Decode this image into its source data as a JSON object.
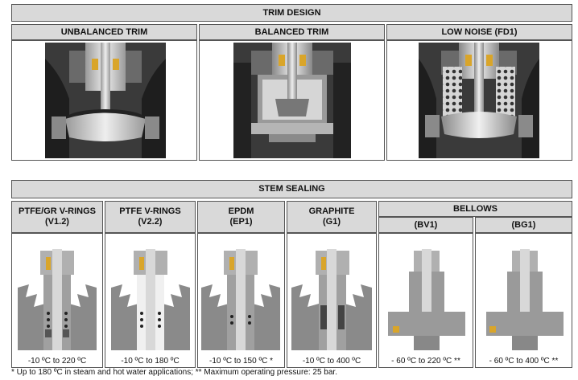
{
  "trim_design": {
    "title": "TRIM DESIGN",
    "columns": [
      {
        "label": "UNBALANCED TRIM"
      },
      {
        "label": "BALANCED TRIM"
      },
      {
        "label": "LOW NOISE (FD1)"
      }
    ]
  },
  "stem_sealing": {
    "title": "STEM SEALING",
    "columns": [
      {
        "name": "PTFE/GR V-RINGS",
        "code": "(V1.2)",
        "temp": "-10 ºC to 220 ºC"
      },
      {
        "name": "PTFE V-RINGS",
        "code": "(V2.2)",
        "temp": "-10 ºC to 180 ºC"
      },
      {
        "name": "EPDM",
        "code": "(EP1)",
        "temp": "-10 ºC to 150 ºC *"
      },
      {
        "name": "GRAPHITE",
        "code": "(G1)",
        "temp": "-10 ºC to 400 ºC"
      }
    ],
    "bellows": {
      "title": "BELLOWS",
      "columns": [
        {
          "code": "(BV1)",
          "temp": "- 60 ºC to 220 ºC **"
        },
        {
          "code": "(BG1)",
          "temp": "- 60 ºC to 400 ºC **"
        }
      ]
    }
  },
  "footnote": "* Up to 180 ºC in steam and hot water applications; ** Maximum operating pressure: 25 bar."
}
